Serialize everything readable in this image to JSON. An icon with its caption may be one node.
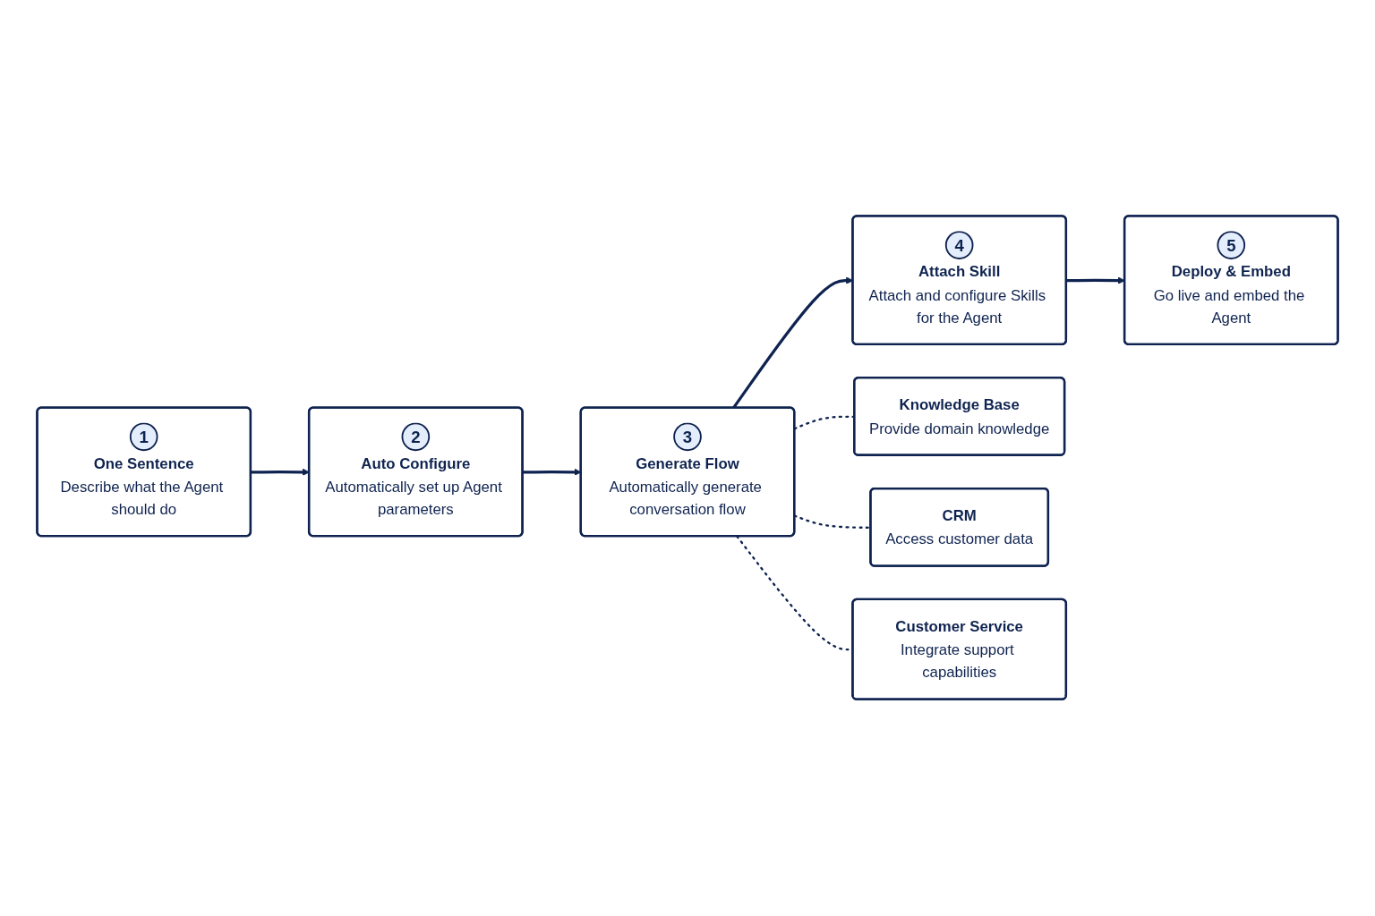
{
  "diagram": {
    "nodes": [
      {
        "text": [
          "1",
          "One Sentence",
          "Describe what the Agent should do"
        ]
      },
      {
        "text": [
          "2",
          "Auto Configure",
          "Automatically set up Agent parameters"
        ]
      },
      {
        "text": [
          "3",
          "Generate Flow",
          "Automatically generate conversation flow"
        ]
      },
      {
        "text": [
          "4",
          "Attach Skill",
          "Attach and configure Skills for the Agent"
        ]
      },
      {
        "text": [
          "5",
          "Deploy & Embed",
          "Go live and embed the Agent"
        ]
      },
      {
        "text": [
          "Knowledge Base",
          "Provide domain knowledge"
        ]
      },
      {
        "text": [
          "CRM",
          "Access customer data"
        ]
      },
      {
        "text": [
          "Customer Service",
          "Integrate support capabilities"
        ]
      }
    ],
    "edges": [
      {
        "from": 0,
        "to": 1,
        "arrow": "to"
      },
      {
        "from": 1,
        "to": 2,
        "arrow": "to"
      },
      {
        "from": 2,
        "to": 3,
        "arrow": "to"
      },
      {
        "from": 3,
        "to": 4,
        "arrow": "to"
      },
      {
        "from": 2,
        "to": 5,
        "arrow": "none",
        "style": "dashed"
      },
      {
        "from": 2,
        "to": 6,
        "arrow": "none",
        "style": "dashed"
      },
      {
        "from": 2,
        "to": 7,
        "arrow": "none",
        "style": "dashed"
      }
    ]
  }
}
